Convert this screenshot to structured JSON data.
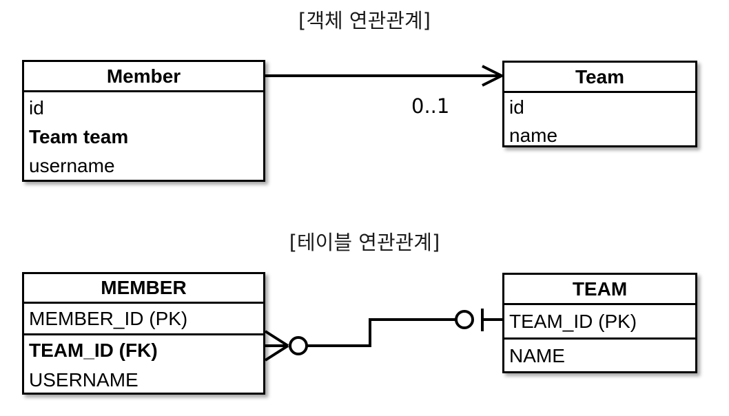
{
  "diagram": {
    "sections": [
      {
        "id": "object-association",
        "title": "[객체 연관관계]",
        "entities": [
          {
            "id": "member-class",
            "name": "Member",
            "groups": [
              {
                "attributes": [
                  {
                    "text": "id",
                    "bold": false
                  },
                  {
                    "text": "Team team",
                    "bold": true
                  },
                  {
                    "text": "username",
                    "bold": false
                  }
                ]
              }
            ]
          },
          {
            "id": "team-class",
            "name": "Team",
            "groups": [
              {
                "attributes": [
                  {
                    "text": "id",
                    "bold": false
                  },
                  {
                    "text": "name",
                    "bold": false
                  }
                ]
              }
            ]
          }
        ],
        "relationship": {
          "kind": "uml-directed-association",
          "from": "member-class",
          "to": "team-class",
          "source_marker": "none",
          "target_marker": "open-arrow",
          "multiplicity_label": "0..1"
        }
      },
      {
        "id": "table-association",
        "title": "[테이블 연관관계]",
        "entities": [
          {
            "id": "member-table",
            "name": "MEMBER",
            "groups": [
              {
                "attributes": [
                  {
                    "text": "MEMBER_ID (PK)",
                    "bold": false
                  }
                ]
              },
              {
                "attributes": [
                  {
                    "text": "TEAM_ID (FK)",
                    "bold": true
                  },
                  {
                    "text": "USERNAME",
                    "bold": false
                  }
                ]
              }
            ]
          },
          {
            "id": "team-table",
            "name": "TEAM",
            "groups": [
              {
                "attributes": [
                  {
                    "text": "TEAM_ID (PK)",
                    "bold": false
                  }
                ]
              },
              {
                "attributes": [
                  {
                    "text": "NAME",
                    "bold": false
                  }
                ]
              }
            ]
          }
        ],
        "relationship": {
          "kind": "crows-foot",
          "from": "member-table",
          "to": "team-table",
          "source_marker": "zero-or-many",
          "target_marker": "zero-or-one",
          "multiplicity_label": ""
        }
      }
    ]
  },
  "colors": {
    "stroke": "#000000",
    "fill": "#ffffff",
    "text": "#000000"
  }
}
